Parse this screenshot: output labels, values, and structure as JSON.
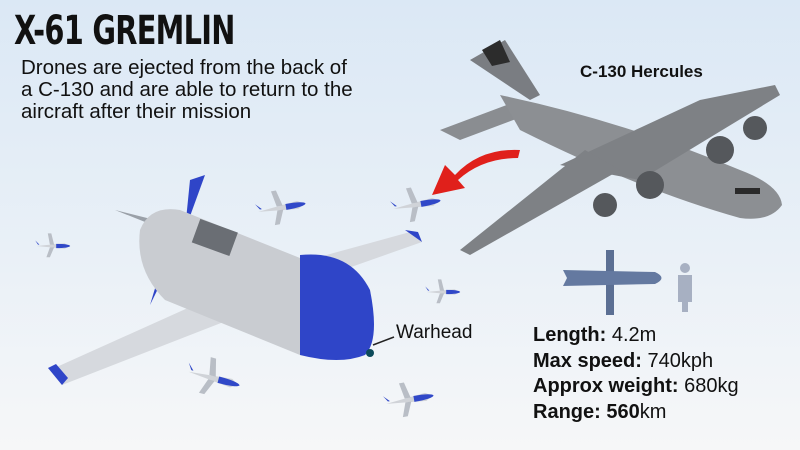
{
  "header": {
    "title": "X-61 GREMLIN",
    "description": "Drones are ejected from the back of a C-130 and are able to return to the aircraft after their mission"
  },
  "labels": {
    "aircraft": "C-130 Hercules",
    "warhead": "Warhead"
  },
  "specs": [
    {
      "label": "Length:",
      "value": "4.2m",
      "value_bold": ""
    },
    {
      "label": "Max speed:",
      "value": "740kph",
      "value_bold": ""
    },
    {
      "label": "Approx weight:",
      "value": "680kg",
      "value_bold": ""
    },
    {
      "label": "Range:",
      "value": "km",
      "value_bold": "560"
    }
  ],
  "colors": {
    "drone_blue": "#2f45c8",
    "arrow_red": "#e0201b",
    "fuselage": "#c9ccd1",
    "aircraft": "#8a8d91"
  }
}
